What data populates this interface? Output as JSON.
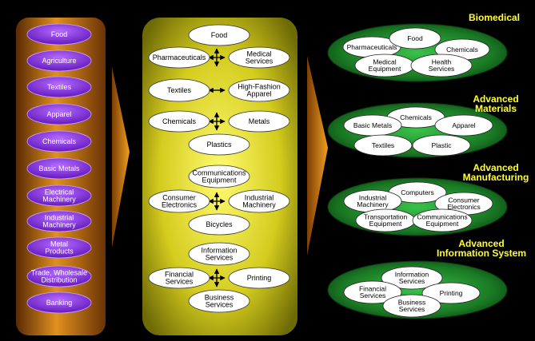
{
  "left_column": {
    "items": [
      "Food",
      "Agriculture",
      "Textiles",
      "Apparel",
      "Chemicals",
      "Basic Metals",
      "Electrical Machinery",
      "Industrial Machinery",
      "Metal Products",
      "Trade, Wholesale Distribution",
      "Banking"
    ]
  },
  "middle_column": {
    "groups": [
      {
        "items": [
          "Food",
          "Pharmaceuticals",
          "Medical Services"
        ]
      },
      {
        "items": [
          "Textiles",
          "High-Fashion Apparel"
        ]
      },
      {
        "items": [
          "Chemicals",
          "Metals",
          "Plastics"
        ]
      },
      {
        "items": [
          "Communications Equipment",
          "Consumer Electronics",
          "Industrial Machinery",
          "Bicycles"
        ]
      },
      {
        "items": [
          "Information Services",
          "Financial Services",
          "Printing",
          "Business Services"
        ]
      }
    ]
  },
  "clusters": [
    {
      "title": "Biomedical",
      "items": [
        "Pharmaceuticals",
        "Food",
        "Chemicals",
        "Medical Equipment",
        "Health Services"
      ]
    },
    {
      "title": "Advanced Materials",
      "items": [
        "Chemicals",
        "Basic Metals",
        "Apparel",
        "Textiles",
        "Plastic"
      ]
    },
    {
      "title": "Advanced Manufacturing",
      "items": [
        "Computers",
        "Industrial Machinery",
        "Consumer Electronics",
        "Transportation Equipment",
        "Communications Equipment"
      ]
    },
    {
      "title": "Advanced Information System",
      "items": [
        "Information Services",
        "Financial Services",
        "Printing",
        "Business Services"
      ]
    }
  ],
  "colors": {
    "background": "#000000",
    "left_panel": "#d98a1e",
    "left_pill": "#7a1fd6",
    "middle_panel": "#c9c21a",
    "cluster_green": "#1f8a2a",
    "title_yellow": "#ffff33",
    "arrow": "#e08a18"
  }
}
